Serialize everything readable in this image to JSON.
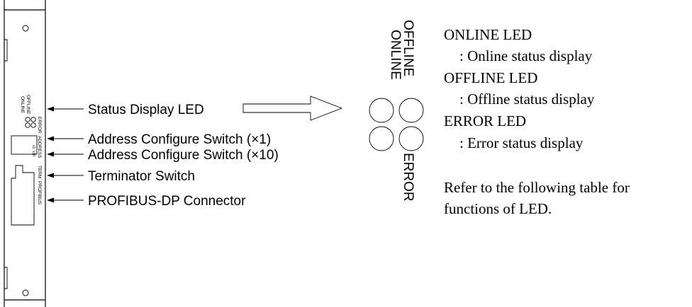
{
  "module": {
    "led_labels": [
      "OFFLINE",
      "ONLINE",
      "ERROR"
    ],
    "switch_label": "ADDRESS",
    "switch_sub_labels": [
      "x1",
      "x10"
    ],
    "connector_labels": [
      "TERM",
      "PROFIBUS"
    ]
  },
  "callouts": [
    "Status Display LED",
    "Address Configure Switch (×1)",
    "Address Configure Switch (×10)",
    "Terminator Switch",
    "PROFIBUS-DP Connector"
  ],
  "led_detail": {
    "online": "ONLINE",
    "offline": "OFFLINE",
    "error": "ERROR"
  },
  "description": {
    "items": [
      {
        "title": "ONLINE LED",
        "detail": ": Online status display"
      },
      {
        "title": "OFFLINE LED",
        "detail": ": Offline status display"
      },
      {
        "title": "ERROR LED",
        "detail": ": Error status display"
      }
    ],
    "note_lines": [
      "Refer to the following table for",
      "functions of LED."
    ]
  }
}
